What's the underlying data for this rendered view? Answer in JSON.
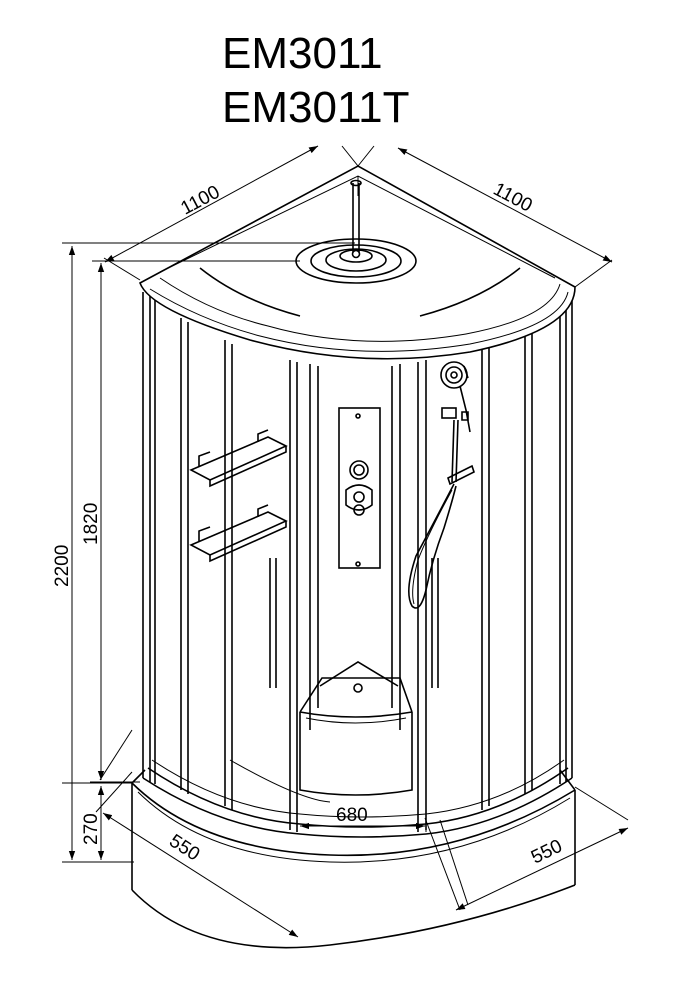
{
  "models": [
    "EM3011",
    "EM3011T"
  ],
  "dimensions": {
    "width_left": "1100",
    "width_right": "1100",
    "total_height": "2200",
    "cabin_height": "1820",
    "tray_height": "270",
    "tray_left": "550",
    "tray_right": "550",
    "door_opening": "680"
  },
  "colors": {
    "line": "#000000",
    "background": "#ffffff"
  }
}
